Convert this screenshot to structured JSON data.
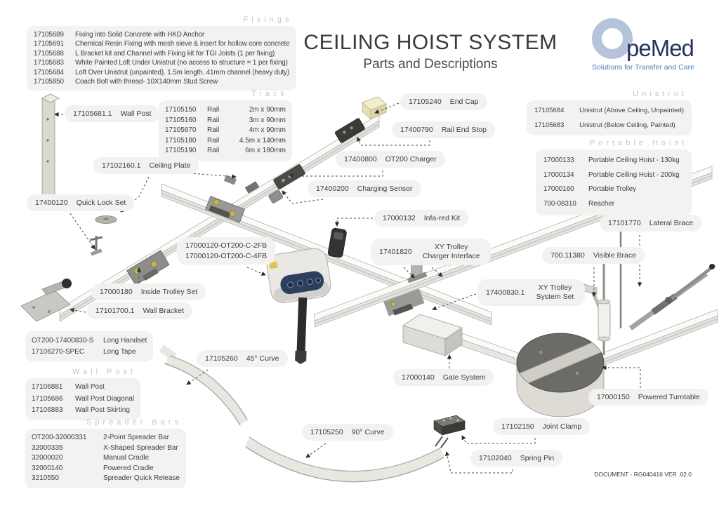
{
  "title": "CEILING HOIST SYSTEM",
  "subtitle": "Parts and Descriptions",
  "logo": {
    "rest": "peMed",
    "tagline": "Solutions for Transfer and Care"
  },
  "footer": {
    "document": "DOCUMENT - RG040416 VER .02.0"
  },
  "colors": {
    "panel_bg": "#f2f2f0",
    "header_gray": "#c6c6c4",
    "text": "#3e3e3e",
    "logo_ring_blue": "#b5c4dc",
    "logo_navy": "#25355e",
    "tagline_blue": "#4a7fb5"
  },
  "sections": {
    "fixings": {
      "header": "Fixings",
      "rows": [
        {
          "code": "17105689",
          "desc": "Fixing into Solid Concrete with HKD Anchor"
        },
        {
          "code": "17105691",
          "desc": "Chemical Resin Fixing with mesh sieve & insert for hollow core concrete"
        },
        {
          "code": "17105688",
          "desc": "L Bracket kit and Channel with Fixing kit for TGI Joists (1 per fixing)"
        },
        {
          "code": "17105683",
          "desc": "White Painted Loft Under Unistrut (no access to structure = 1 per fixing)"
        },
        {
          "code": "17105684",
          "desc": "Loft Over Unistrut (unpainted). 1.5m length. 41mm channel (heavy duty)"
        },
        {
          "code": "17105850",
          "desc": "Coach Bolt with thread- 10X140mm Stud Screw"
        }
      ]
    },
    "track": {
      "header": "Track",
      "rows": [
        {
          "code": "17105150",
          "type": "Rail",
          "size": "2m x 90mm"
        },
        {
          "code": "17105160",
          "type": "Rail",
          "size": "3m x 90mm"
        },
        {
          "code": "17105670",
          "type": "Rail",
          "size": "4m x 90mm"
        },
        {
          "code": "17105180",
          "type": "Rail",
          "size": "4.5m x 140mm"
        },
        {
          "code": "17105190",
          "type": "Rail",
          "size": "6m x 180mm"
        }
      ]
    },
    "unistrut": {
      "header": "Unistrut",
      "rows": [
        {
          "code": "17105684",
          "desc": "Unistrut (Above Ceiling, Unpainted)"
        },
        {
          "code": "17105683",
          "desc": "Unistrut (Below Ceiling, Painted)"
        }
      ]
    },
    "portable_hoist": {
      "header": "Portable Hoist",
      "rows": [
        {
          "code": "17000133",
          "desc": "Portable Ceiling Hoist - 130kg"
        },
        {
          "code": "17000134",
          "desc": "Portable Ceiling Hoist - 200kg"
        },
        {
          "code": "17000160",
          "desc": "Portable Trolley"
        },
        {
          "code": "700-08310",
          "desc": "Reacher"
        }
      ]
    },
    "handset": {
      "rows": [
        {
          "code": "OT200-17400830-S",
          "desc": "Long Handset"
        },
        {
          "code": "17106270-SPEC",
          "desc": "Long Tape"
        }
      ]
    },
    "wall_post": {
      "header": "Wall Post",
      "rows": [
        {
          "code": "17106881",
          "desc": "Wall Post"
        },
        {
          "code": "17105686",
          "desc": "Wall Post Diagonal"
        },
        {
          "code": "17106883",
          "desc": "Wall Post Skirting"
        }
      ]
    },
    "spreader_bars": {
      "header": "Spreader Bars",
      "rows": [
        {
          "code": "OT200-32000331",
          "desc": "2-Point Spreader Bar"
        },
        {
          "code": "32000335",
          "desc": "X-Shaped Spreader Bar"
        },
        {
          "code": "32000020",
          "desc": "Manual Cradle"
        },
        {
          "code": "32000140",
          "desc": "Powered Cradle"
        },
        {
          "code": "3210550",
          "desc": "Spreader Quick Release"
        }
      ]
    }
  },
  "callouts": [
    {
      "code": "17105681.1",
      "label": "Wall Post"
    },
    {
      "code": "17102160.1",
      "label": "Ceiling Plate"
    },
    {
      "code": "17400120",
      "label": "Quick Lock Set"
    },
    {
      "code": "17105240",
      "label": "End Cap"
    },
    {
      "code": "17400790",
      "label": "Rail End Stop"
    },
    {
      "code": "17400800",
      "label": "OT200 Charger"
    },
    {
      "code": "17400200",
      "label": "Charging Sensor"
    },
    {
      "code": "17000132",
      "label": "Infa-red Kit"
    },
    {
      "code": "17401820",
      "label": "XY Trolley Charger Interface"
    },
    {
      "code": "17000120-OT200-C-2FB",
      "code2": "17000120-OT200-C-4FB"
    },
    {
      "code": "17000180",
      "label": "Inside Trolley Set"
    },
    {
      "code": "17101700.1",
      "label": "Wall Bracket"
    },
    {
      "code": "17400830.1",
      "label": "XY Trolley System Set"
    },
    {
      "code": "17101770",
      "label": "Lateral Brace"
    },
    {
      "code": "700.11380",
      "label": "Visible Brace"
    },
    {
      "code": "17105260",
      "label": "45° Curve"
    },
    {
      "code": "17105250",
      "label": "90° Curve"
    },
    {
      "code": "17000140",
      "label": "Gate System"
    },
    {
      "code": "17000150",
      "label": "Powered Turntable"
    },
    {
      "code": "17102150",
      "label": "Joint Clamp"
    },
    {
      "code": "17102040",
      "label": "Spring Pin"
    }
  ]
}
